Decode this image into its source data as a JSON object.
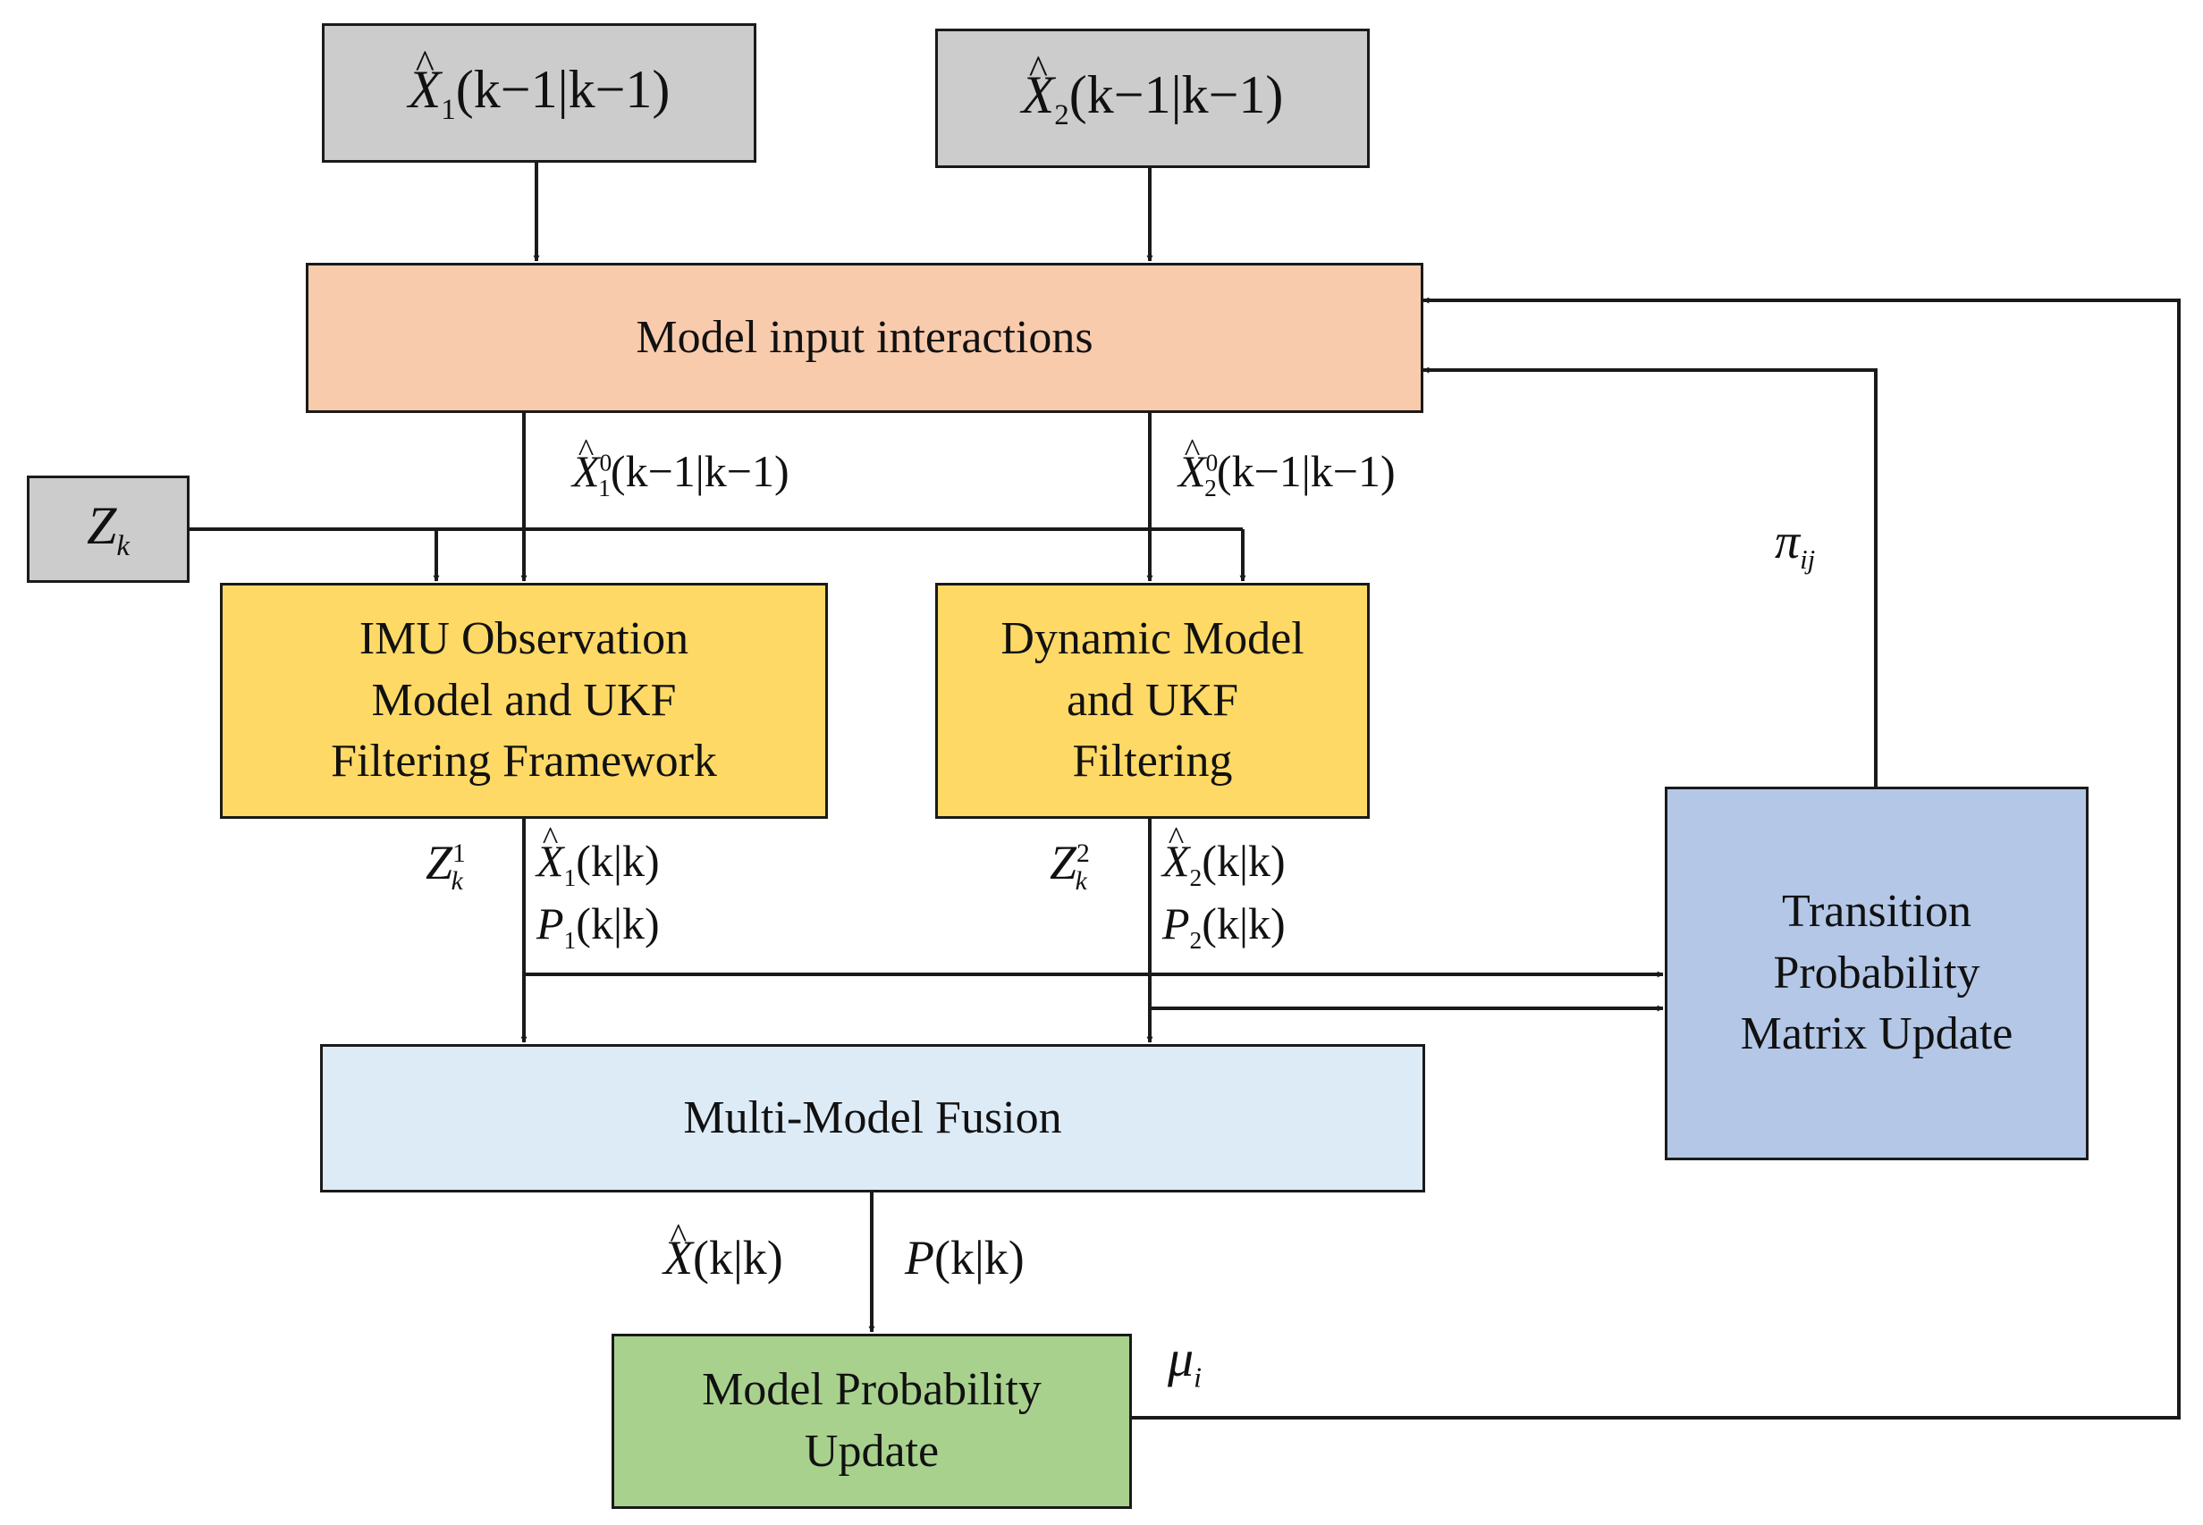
{
  "colors": {
    "gray_box": "#cccccc",
    "interaction_box": "#f8cbad",
    "filter_box": "#ffd966",
    "fusion_box": "#ddebf7",
    "transition_box": "#b4c7e7",
    "probability_box": "#a9d18e",
    "line": "#1a1a1a"
  },
  "inputs": {
    "x1_prev": {
      "var": "X",
      "sub": "1",
      "args": "(k−1|k−1)"
    },
    "x2_prev": {
      "var": "X",
      "sub": "2",
      "args": "(k−1|k−1)"
    },
    "zk": {
      "var": "Z",
      "sub": "k"
    }
  },
  "boxes": {
    "model_input_interactions": "Model input interactions",
    "imu_observation_ukf": "IMU Observation\nModel and UKF\nFiltering Framework",
    "dynamic_model_ukf": "Dynamic Model\nand UKF\nFiltering",
    "multi_model_fusion": "Multi-Model Fusion",
    "transition_probability_update": "Transition\nProbability\nMatrix Update",
    "model_probability_update": "Model Probability\nUpdate"
  },
  "labels": {
    "x1_mixed": {
      "var": "X",
      "sub": "1",
      "sup": "0",
      "args": "(k−1|k−1)"
    },
    "x2_mixed": {
      "var": "X",
      "sub": "2",
      "sup": "0",
      "args": "(k−1|k−1)"
    },
    "pi_ij": {
      "var": "π",
      "sub": "ij"
    },
    "z1": {
      "var": "Z",
      "sub": "k",
      "sup": "1"
    },
    "z2": {
      "var": "Z",
      "sub": "k",
      "sup": "2"
    },
    "x1_est": {
      "var": "X",
      "sub": "1",
      "args": "(k|k)"
    },
    "p1_est": {
      "var": "P",
      "sub": "1",
      "args": "(k|k)"
    },
    "x2_est": {
      "var": "X",
      "sub": "2",
      "args": "(k|k)"
    },
    "p2_est": {
      "var": "P",
      "sub": "2",
      "args": "(k|k)"
    },
    "x_fused": {
      "var": "X",
      "args": "(k|k)"
    },
    "p_fused": {
      "var": "P",
      "args": "(k|k)"
    },
    "mu_i": {
      "var": "μ",
      "sub": "i"
    }
  }
}
